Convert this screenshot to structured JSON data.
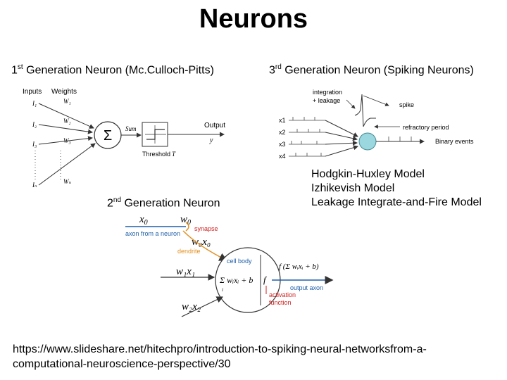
{
  "slide": {
    "title": "Neurons",
    "gen1": {
      "ordinal": "1",
      "sup": "st",
      "rest": " Generation Neuron (Mc.Culloch-Pitts)"
    },
    "gen2": {
      "ordinal": "2",
      "sup": "nd",
      "rest": " Generation Neuron"
    },
    "gen3": {
      "ordinal": "3",
      "sup": "rd",
      "rest": " Generation Neuron (Spiking Neurons)"
    },
    "models": [
      "Hodgkin-Huxley Model",
      "Izhikevish Model",
      "Leakage Integrate-and-Fire Model"
    ],
    "url": "https://www.slideshare.net/hitechpro/introduction-to-spiking-neural-networksfrom-a-computational-neuroscience-perspective/30"
  },
  "mcp_diagram": {
    "inputs_label": "Inputs",
    "weights_label": "Weights",
    "input_labels": [
      "I₁",
      "I₂",
      "I₃",
      "Iₙ"
    ],
    "weight_labels": [
      "W₁",
      "W₂",
      "W₃",
      "Wₙ"
    ],
    "sum_symbol": "Σ",
    "sum_label": "Sum",
    "output_label": "Output",
    "output_var": "y",
    "threshold_label": "Threshold",
    "threshold_var": "T"
  },
  "snn_diagram": {
    "integration_label": "integration",
    "leakage_label": "+ leakage",
    "spike_label": "spike",
    "refractory_label": "refractory period",
    "binary_label": "Binary events",
    "inputs": [
      "x1",
      "x2",
      "x3",
      "x4"
    ],
    "colors": {
      "neuron": "#9ad7de"
    }
  },
  "ann_diagram": {
    "x0": "x",
    "x0_sub": "0",
    "w0": "w",
    "w0_sub": "0",
    "synapse": "synapse",
    "axon_from": "axon from a neuron",
    "w0x0": "w₀x₀",
    "dendrite": "dendrite",
    "cell_body": "cell body",
    "w1x1": "w₁x₁",
    "sum_expr": "Σ wᵢxᵢ + b",
    "sum_sub": "i",
    "f_label": "f",
    "f_expr": "f (Σ wᵢxᵢ + b)",
    "output_axon": "output axon",
    "activation": "activation",
    "function": "function",
    "w2x2": "w₂x₂",
    "colors": {
      "red": "#d02020",
      "orange": "#e39020",
      "blue": "#1f5fa8"
    }
  }
}
